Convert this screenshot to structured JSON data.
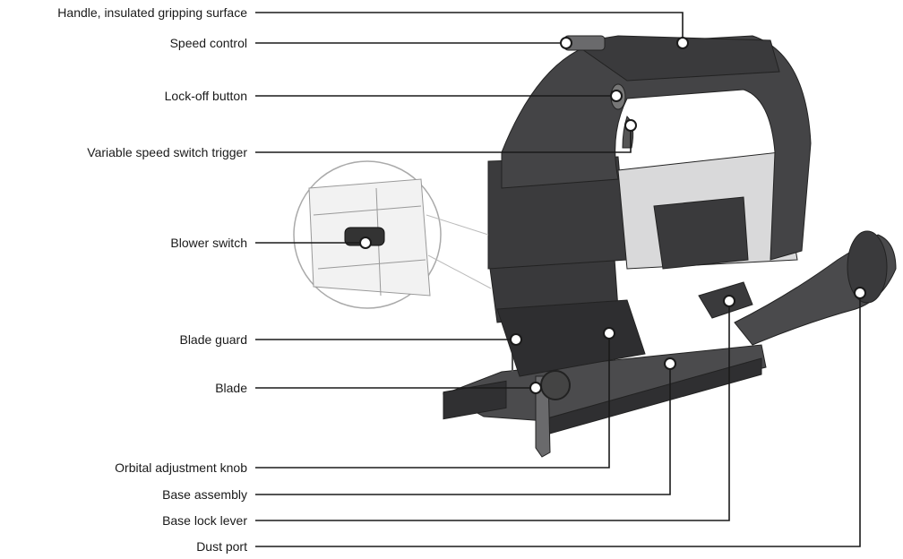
{
  "callouts": [
    {
      "label": "Handle, insulated gripping surface"
    },
    {
      "label": "Speed control"
    },
    {
      "label": "Lock-off button"
    },
    {
      "label": "Variable speed switch trigger"
    },
    {
      "label": "Blower switch"
    },
    {
      "label": "Blade guard"
    },
    {
      "label": "Blade"
    },
    {
      "label": "Orbital adjustment knob"
    },
    {
      "label": "Base assembly"
    },
    {
      "label": "Base lock lever"
    },
    {
      "label": "Dust port"
    }
  ],
  "colors": {
    "body_dark": "#3b3b3d",
    "body_mid": "#5a5a5c",
    "housing_light": "#d9d9da",
    "line": "#1a1a1a"
  }
}
